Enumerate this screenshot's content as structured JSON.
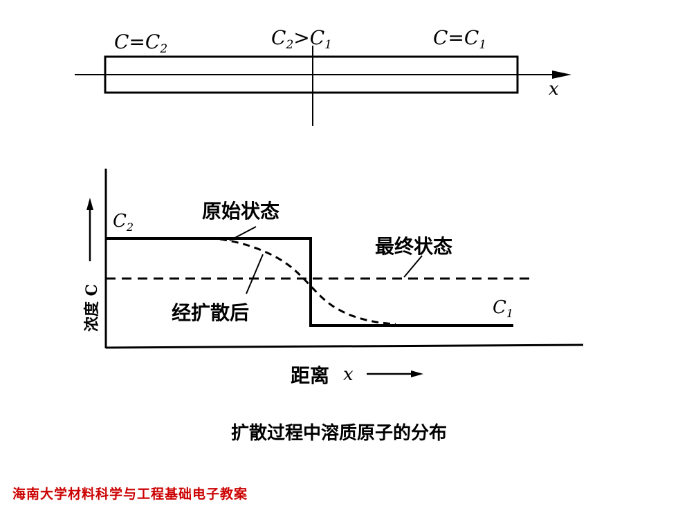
{
  "top_diagram": {
    "left_label": "C=C",
    "left_label_sub": "2",
    "middle_label": "C",
    "middle_label_sub1": "2",
    "middle_label_op": ">C",
    "middle_label_sub2": "1",
    "right_label": "C=C",
    "right_label_sub": "1",
    "axis_label": "x"
  },
  "graph": {
    "y_label": "浓度 C",
    "x_label": "距离",
    "x_symbol": "x",
    "c2_label": "C",
    "c2_sub": "2",
    "c1_label": "C",
    "c1_sub": "1",
    "original_state": "原始状态",
    "final_state": "最终状态",
    "after_diffusion": "经扩散后"
  },
  "caption": "扩散过程中溶质原子的分布",
  "footer": "海南大学材料科学与工程基础电子教案",
  "colors": {
    "footer": "#cc0000",
    "lines": "#000000"
  }
}
